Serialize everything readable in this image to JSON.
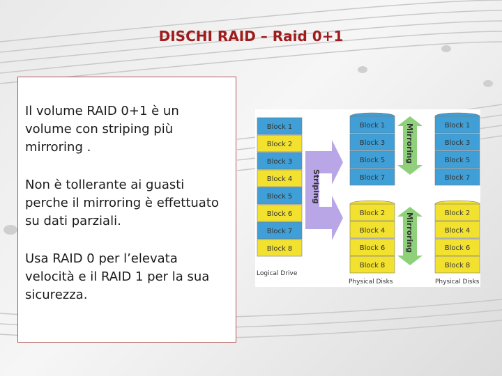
{
  "title": "DISCHI RAID – Raid 0+1",
  "text": {
    "p1": "Il volume RAID 0+1 è un volume con striping più mirroring .",
    "p2": "Non è tollerante ai guasti perche il mirroring è effettuato su dati parziali.",
    "p3": "Usa RAID 0 per l’elevata velocità e il RAID 1 per la sua sicurezza."
  },
  "diagram": {
    "logical_blocks": [
      "Block 1",
      "Block 2",
      "Block 3",
      "Block 4",
      "Block 5",
      "Block 6",
      "Block 7",
      "Block 8"
    ],
    "logical_label": "Logical Drive",
    "striping_label": "Striping",
    "mirroring_label": "Mirroring",
    "disks_top": [
      "Block 1",
      "Block 3",
      "Block 5",
      "Block 7"
    ],
    "disks_bottom": [
      "Block 2",
      "Block 4",
      "Block 6",
      "Block 8"
    ],
    "physical_label": "Physical Disks",
    "colors": {
      "blue": "#3f9fd6",
      "yellow": "#f2e12e",
      "arrow": "#b9a6e6"
    }
  }
}
